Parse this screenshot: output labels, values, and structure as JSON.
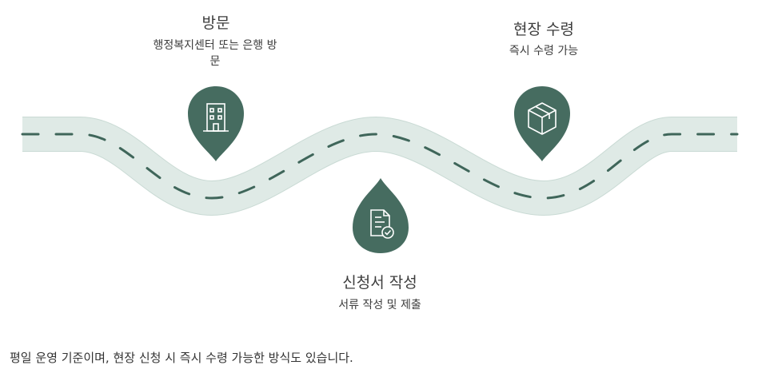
{
  "steps": [
    {
      "title": "방문",
      "desc": "행정복지센터 또는 은행 방문",
      "icon": "building-icon"
    },
    {
      "title": "신청서 작성",
      "desc": "서류 작성 및 제출",
      "icon": "document-check-icon"
    },
    {
      "title": "현장 수령",
      "desc": "즉시 수령 가능",
      "icon": "box-icon"
    }
  ],
  "footnote": "평일 운영 기준이며, 현장 신청 시 즉시 수령 가능한 방식도 있습니다.",
  "colors": {
    "road": "#dfeae6",
    "road_edge": "#c9dad4",
    "marker": "#466c60",
    "dash": "#3f665a"
  }
}
